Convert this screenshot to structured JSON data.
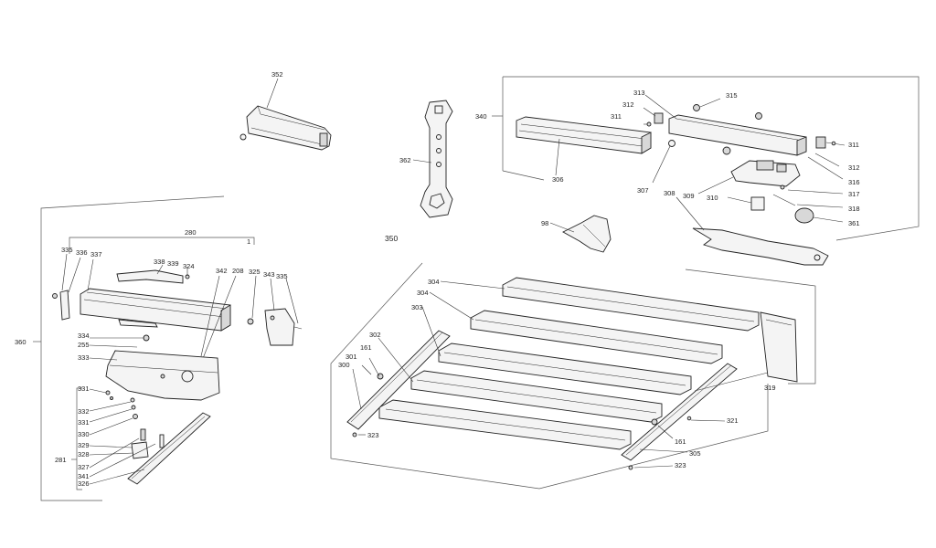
{
  "labels": {
    "l352": "352",
    "l362": "362",
    "l340": "340",
    "l313": "313",
    "l315": "315",
    "l312a": "312",
    "l311a": "311",
    "l306": "306",
    "l307": "307",
    "l311b": "311",
    "l312b": "312",
    "l316": "316",
    "l317": "317",
    "l309": "309",
    "l308": "308",
    "l310": "310",
    "l318": "318",
    "l361": "361",
    "l98": "98",
    "l350": "350",
    "l280": "280",
    "l1": "1",
    "l335a": "335",
    "l336": "336",
    "l337": "337",
    "l338": "338",
    "l339": "339",
    "l324": "324",
    "l342": "342",
    "l208": "208",
    "l325": "325",
    "l343": "343",
    "l335b": "335",
    "l360": "360",
    "l334": "334",
    "l255": "255",
    "l333": "333",
    "l331a": "331",
    "l332": "332",
    "l331b": "331",
    "l330": "330",
    "l329": "329",
    "l328": "328",
    "l281": "281",
    "l327": "327",
    "l341": "341",
    "l326": "326",
    "l304a": "304",
    "l304b": "304",
    "l303": "303",
    "l302": "302",
    "l301": "301",
    "l161a": "161",
    "l300": "300",
    "l323a": "323",
    "l319": "319",
    "l321": "321",
    "l161b": "161",
    "l305": "305",
    "l323b": "323"
  }
}
